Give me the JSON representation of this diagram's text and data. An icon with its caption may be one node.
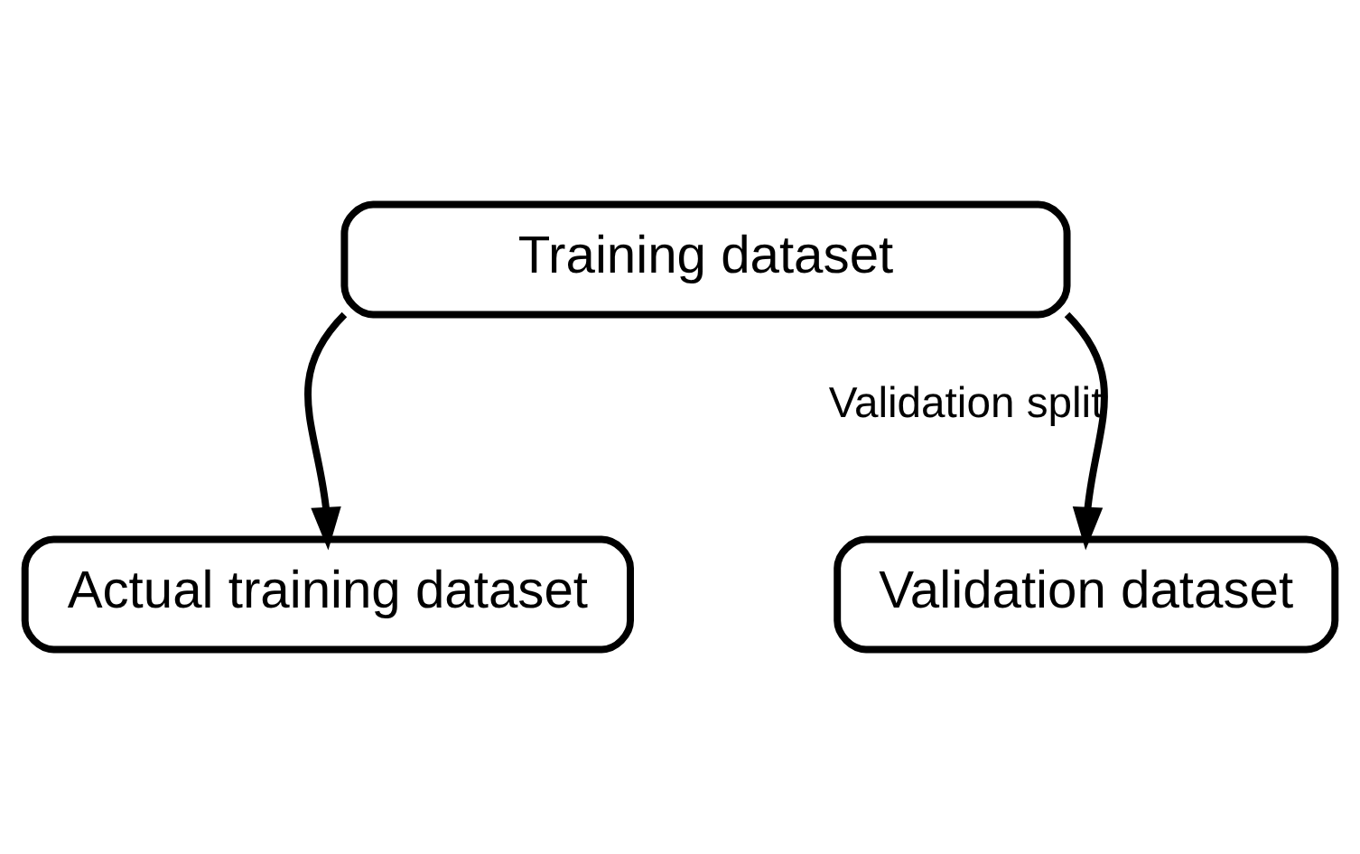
{
  "diagram": {
    "nodes": [
      {
        "text": [
          "Training dataset"
        ]
      },
      {
        "text": [
          "Actual training dataset"
        ]
      },
      {
        "text": [
          "Validation dataset"
        ]
      }
    ],
    "edges": [
      {
        "from": 0,
        "to": 1,
        "arrow": "to"
      },
      {
        "from": 0,
        "to": 2,
        "arrow": "to",
        "label": "Validation split"
      }
    ]
  }
}
